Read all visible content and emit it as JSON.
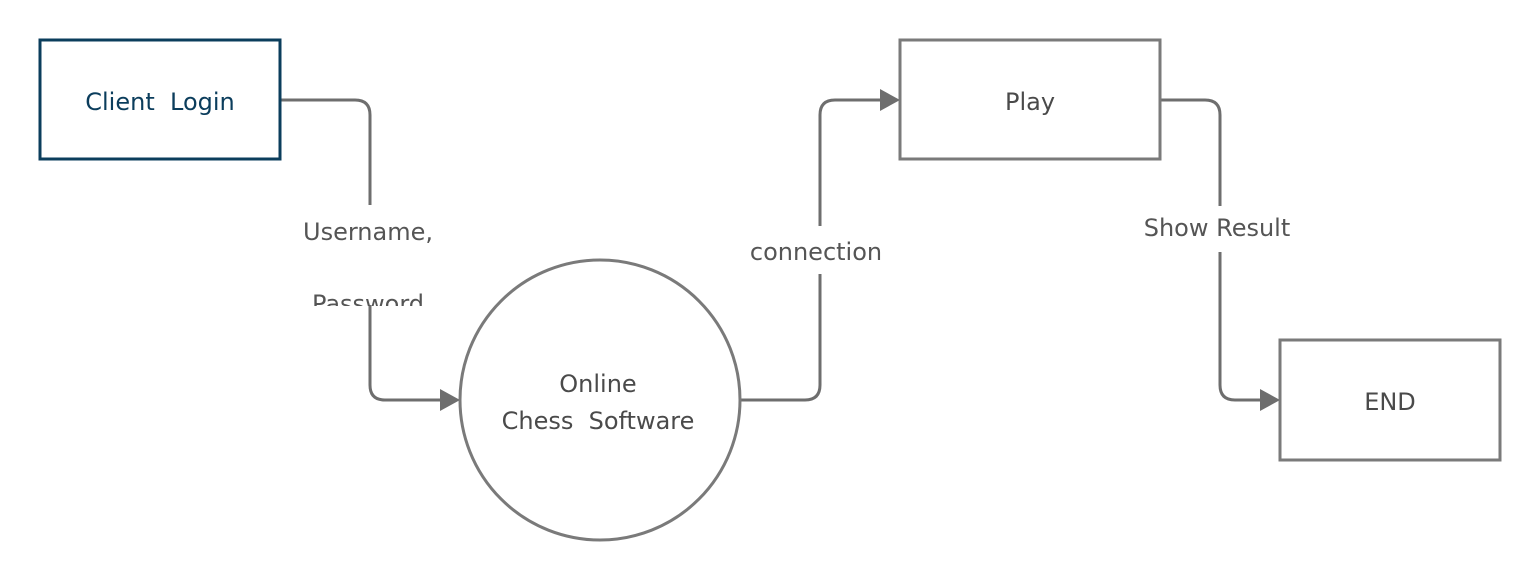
{
  "colors": {
    "primary_border": "#0b3d5c",
    "primary_text": "#0b3d5c",
    "node_border": "#7a7a7a",
    "node_text": "#4a4a4a",
    "edge": "#6e6e6e",
    "label_text": "#555555",
    "background": "#ffffff"
  },
  "nodes": {
    "client_login": {
      "label": "Client  Login"
    },
    "online_chess_software": {
      "label_line1": "Online",
      "label_line2": "Chess  Software"
    },
    "play": {
      "label": "Play"
    },
    "end": {
      "label": "END"
    }
  },
  "edges": {
    "credentials": {
      "label_line1": "Username,",
      "label_line2": "Password"
    },
    "connection": {
      "label": "connection"
    },
    "show_result": {
      "label": "Show Result"
    }
  }
}
